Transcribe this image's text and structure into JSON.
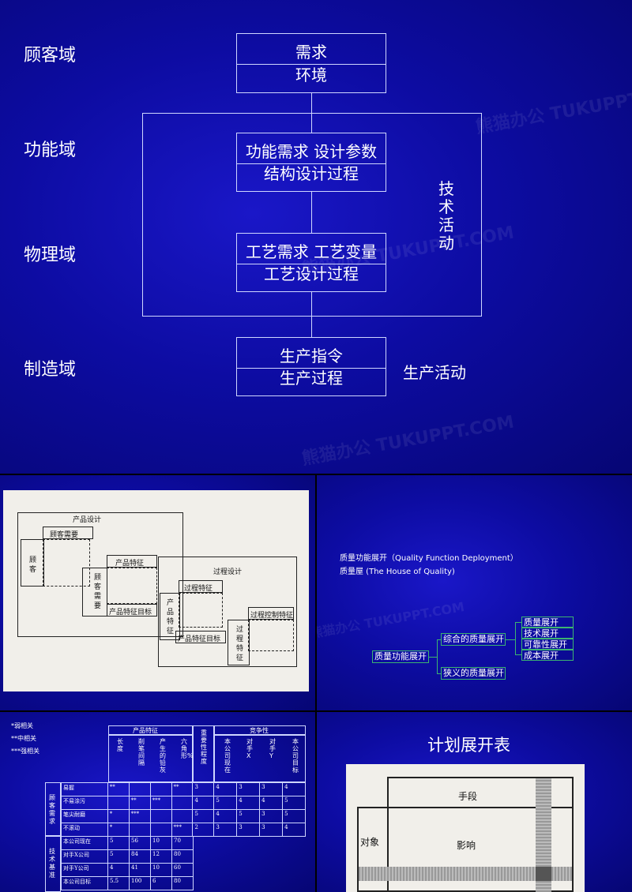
{
  "slide1": {
    "domains": [
      "顾客域",
      "功能域",
      "物理域",
      "制造域"
    ],
    "box1": [
      "需求",
      "环境"
    ],
    "box2": [
      "功能需求 设计参数",
      "结构设计过程"
    ],
    "box3": [
      "工艺需求 工艺变量",
      "工艺设计过程"
    ],
    "box4": [
      "生产指令",
      "生产过程"
    ],
    "tech_label": [
      "技",
      "术",
      "活",
      "动"
    ],
    "prod_label": "生产活动"
  },
  "watermark": "熊猫办公 TUKUPPT.COM",
  "slide2": {
    "product_design": "产品设计",
    "customer_needs": "顾客需要",
    "customer": [
      "顾",
      "客"
    ],
    "product_features": "产品特征",
    "customer_needs_v": [
      "顾",
      "客",
      "需",
      "要"
    ],
    "product_feature_goal": "产品特征目标",
    "process_design": "过程设计",
    "process_features": "过程特征",
    "product_features_v": [
      "产",
      "品",
      "特",
      "征"
    ],
    "process_control_features": "过程控制特征",
    "process_feature_goal": "产品特征目标",
    "process_features_v": [
      "过",
      "程",
      "特",
      "征"
    ]
  },
  "slide3": {
    "line1": "质量功能展开（Quality Function  Deployment）",
    "line2": "质量屋 (The House of Quality)",
    "root": "质量功能展开",
    "branch1": "综合的质量展开",
    "branch2": "狭义的质量展开",
    "leaves": [
      "质量展开",
      "技术展开",
      "可靠性展开",
      "成本展开"
    ]
  },
  "slide4": {
    "legend": [
      "*弱相关",
      "**中相关",
      "***强相关"
    ],
    "hdr_features": "产品特征",
    "hdr_importance": "重要性程度",
    "hdr_competition": "竞争性",
    "feature_cols": [
      "长度",
      "削笔间隔",
      "产生的铅灰",
      "六角形%"
    ],
    "comp_cols": [
      "本公司现在",
      "对手X",
      "对手Y",
      "本公司目标"
    ],
    "group1": "顾客需求",
    "group2": "技术基准",
    "rows1": [
      [
        "易握",
        "**",
        "",
        "",
        "**",
        "3",
        "4",
        "3",
        "3",
        "4"
      ],
      [
        "不易涂污",
        "",
        "**",
        "***",
        "",
        "4",
        "5",
        "4",
        "4",
        "5"
      ],
      [
        "笔尖耐磨",
        "*",
        "***",
        "",
        "",
        "5",
        "4",
        "5",
        "3",
        "5"
      ],
      [
        "不滚动",
        "*",
        "",
        "",
        "***",
        "2",
        "3",
        "3",
        "3",
        "4"
      ]
    ],
    "rows2": [
      [
        "本公司现在",
        "5",
        "56",
        "10",
        "70"
      ],
      [
        "对手X公司",
        "5",
        "84",
        "12",
        "80"
      ],
      [
        "对手Y公司",
        "4",
        "41",
        "10",
        "60"
      ],
      [
        "本公司目标",
        "5.5",
        "100",
        "6",
        "80"
      ]
    ]
  },
  "slide5": {
    "title": "计划展开表",
    "means": "手段",
    "object": "对象",
    "influence": "影响"
  }
}
